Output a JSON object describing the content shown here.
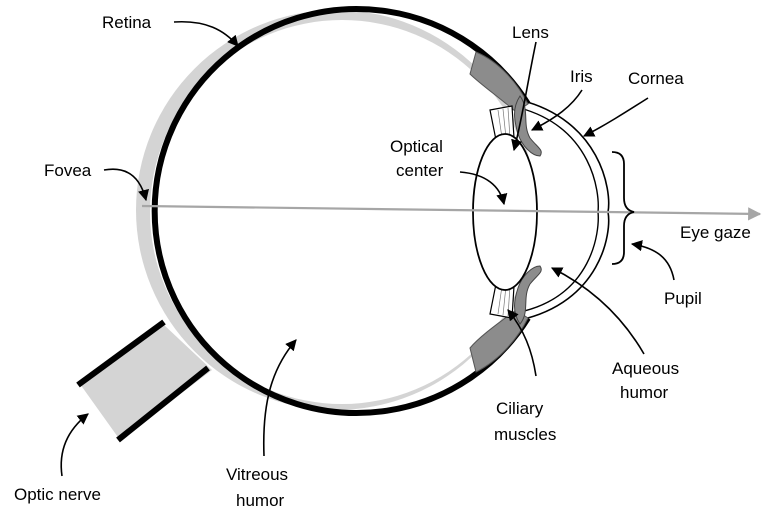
{
  "labels": {
    "retina": "Retina",
    "lens": "Lens",
    "iris": "Iris",
    "cornea": "Cornea",
    "fovea": "Fovea",
    "optical_center_line1": "Optical",
    "optical_center_line2": "center",
    "eye_gaze": "Eye gaze",
    "pupil": "Pupil",
    "aqueous_line1": "Aqueous",
    "aqueous_line2": "humor",
    "ciliary_line1": "Ciliary",
    "ciliary_line2": "muscles",
    "vitreous_line1": "Vitreous",
    "vitreous_line2": "humor",
    "optic_nerve": "Optic nerve"
  },
  "colors": {
    "outline": "#000000",
    "retina_fill": "#d4d4d4",
    "iris_fill": "#8c8c8c",
    "gaze_line": "#a6a6a6",
    "background": "#ffffff"
  }
}
